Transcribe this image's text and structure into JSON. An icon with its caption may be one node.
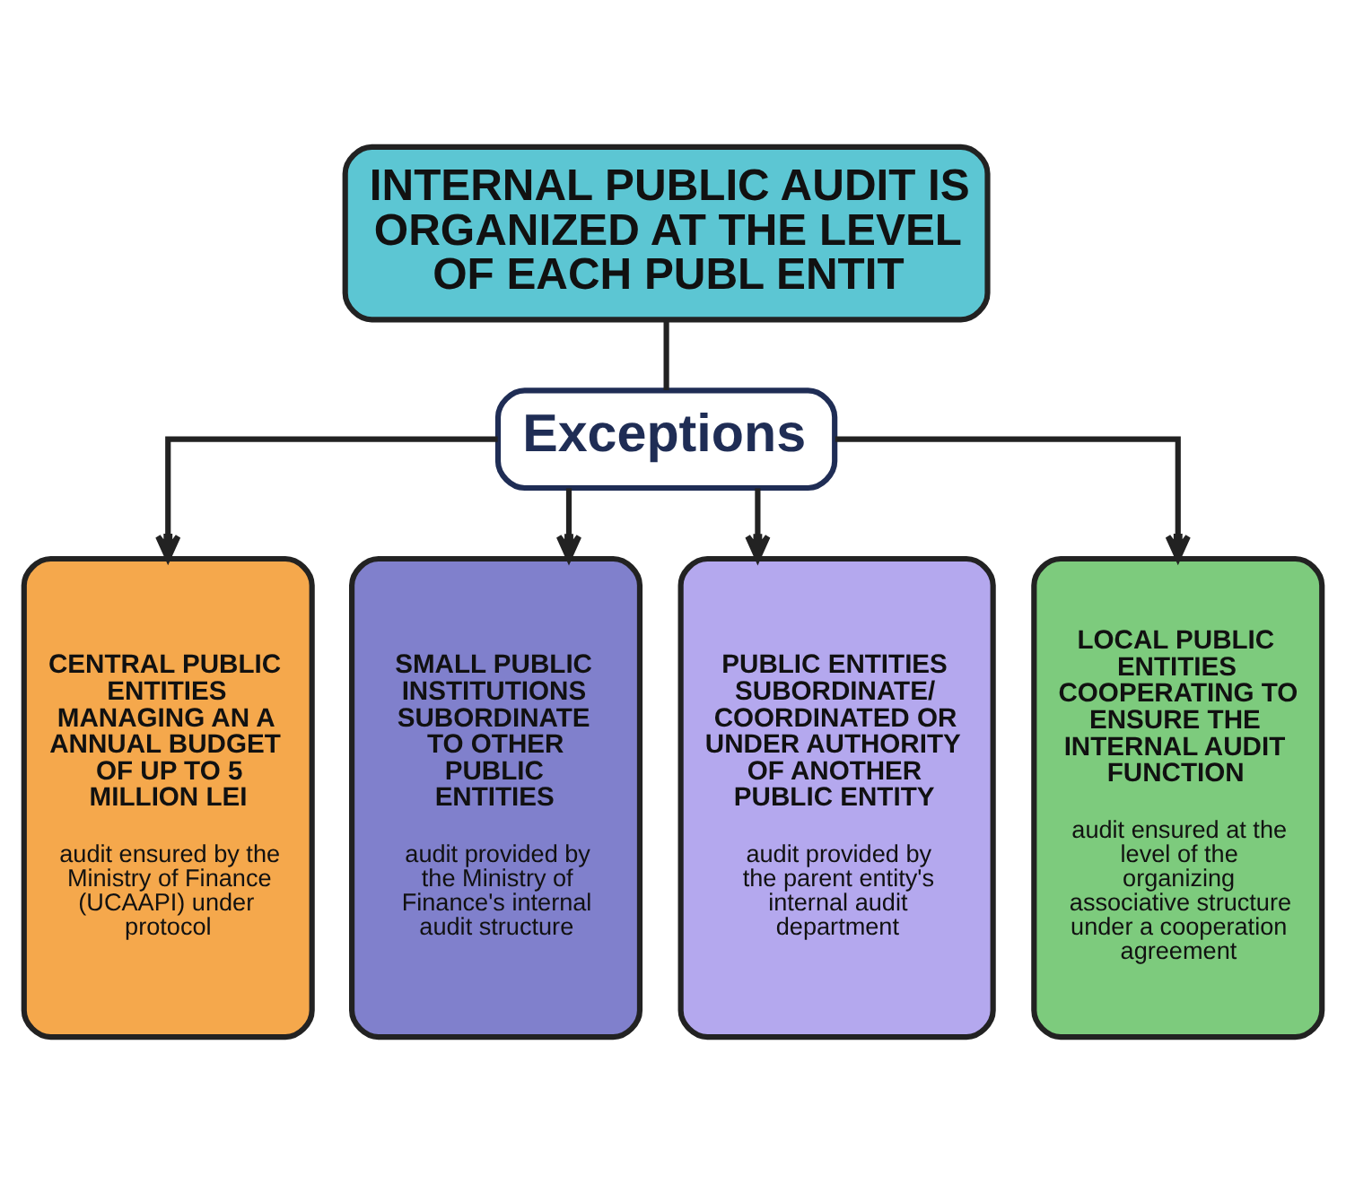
{
  "diagram": {
    "nodes": [
      {
        "text": [
          "INTERNAL PUBLIC AUDIT IS ORGANIZED AT THE LEVEL OF EACH PUBL ENTIT"
        ]
      },
      {
        "text": [
          "Exceptions"
        ]
      },
      {
        "text": [
          "CENTRAL PUBLIC ENTITIES MANAGING AN A ANNUAL BUDGET OF UP TO 5 MILLION LEI",
          "audit ensured by the Ministry of Finance (UCAAPI) under protocol"
        ]
      },
      {
        "text": [
          "SMALL PUBLIC INSTITUTIONS SUBORDINATE TO OTHER PUBLIC ENTITIES",
          "audit provided by the Ministry of Finance's internal audit structure"
        ]
      },
      {
        "text": [
          "PUBLIC ENTITIES SUBORDINATE/ COORDINATED OR UNDER AUTHORITY OF ANOTHER PUBLIC ENTITY",
          "audit provided by the parent entity's internal audit department"
        ]
      },
      {
        "text": [
          "LOCAL PUBLIC ENTITIES COOPERATING TO ENSURE THE INTERNAL AUDIT FUNCTION",
          "audit ensured at the level of the organizing associative structure under a cooperation agreement"
        ]
      }
    ],
    "edges": [
      {
        "from": 0,
        "to": 1,
        "arrow": "none"
      },
      {
        "from": 1,
        "to": 2,
        "arrow": "to"
      },
      {
        "from": 1,
        "to": 3,
        "arrow": "to"
      },
      {
        "from": 1,
        "to": 4,
        "arrow": "to"
      },
      {
        "from": 1,
        "to": 5,
        "arrow": "to"
      }
    ]
  }
}
